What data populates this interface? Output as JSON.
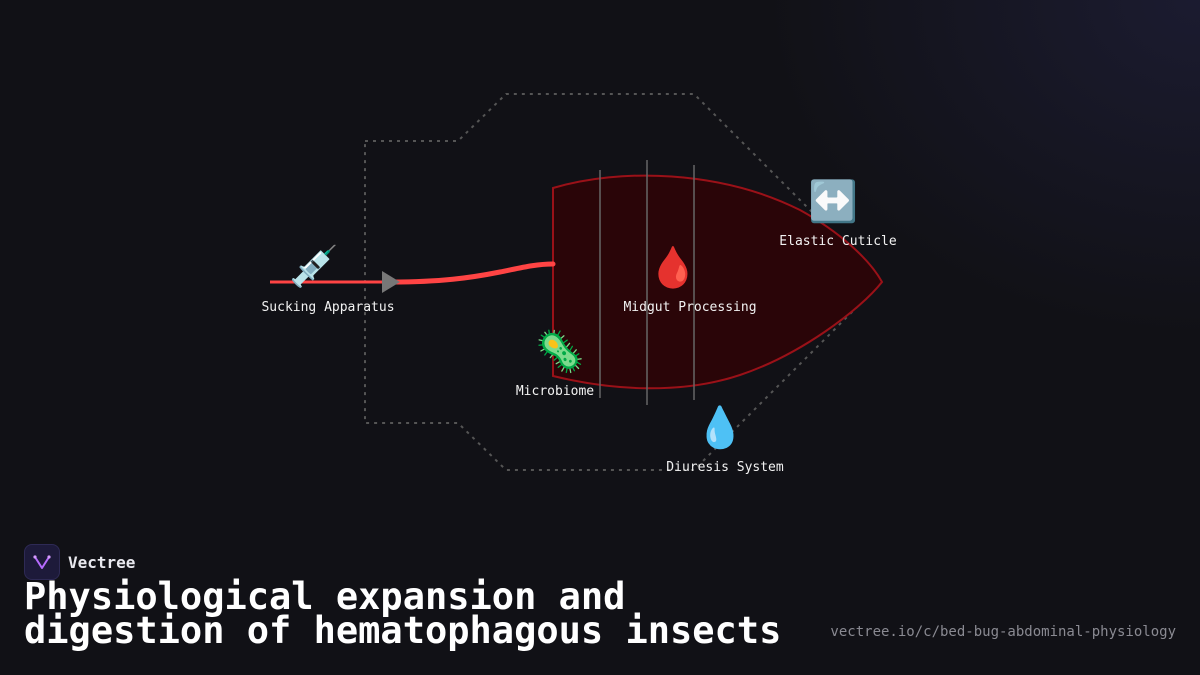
{
  "brand": {
    "name": "Vectree"
  },
  "title": "Physiological expansion and digestion of hematophagous insects",
  "url": "vectree.io/c/bed-bug-abdominal-physiology",
  "nodes": {
    "sucking_apparatus": {
      "label": "Sucking Apparatus",
      "icon": "💉",
      "icon_name": "syringe-icon"
    },
    "midgut_processing": {
      "label": "Midgut Processing",
      "icon": "🩸",
      "icon_name": "blood-drop-icon"
    },
    "elastic_cuticle": {
      "label": "Elastic Cuticle",
      "icon": "↔️",
      "icon_name": "left-right-arrow-icon"
    },
    "microbiome": {
      "label": "Microbiome",
      "icon": "🦠",
      "icon_name": "microbe-icon"
    },
    "diuresis_system": {
      "label": "Diuresis System",
      "icon": "💧",
      "icon_name": "water-drop-icon"
    }
  },
  "colors": {
    "background": "#111116",
    "blood_flow": "#ff4444",
    "abdomen_fill": "#2a0508",
    "abdomen_stroke": "#9a1118",
    "outline_dashed": "#555555",
    "accent_logo": "#b66bff"
  }
}
